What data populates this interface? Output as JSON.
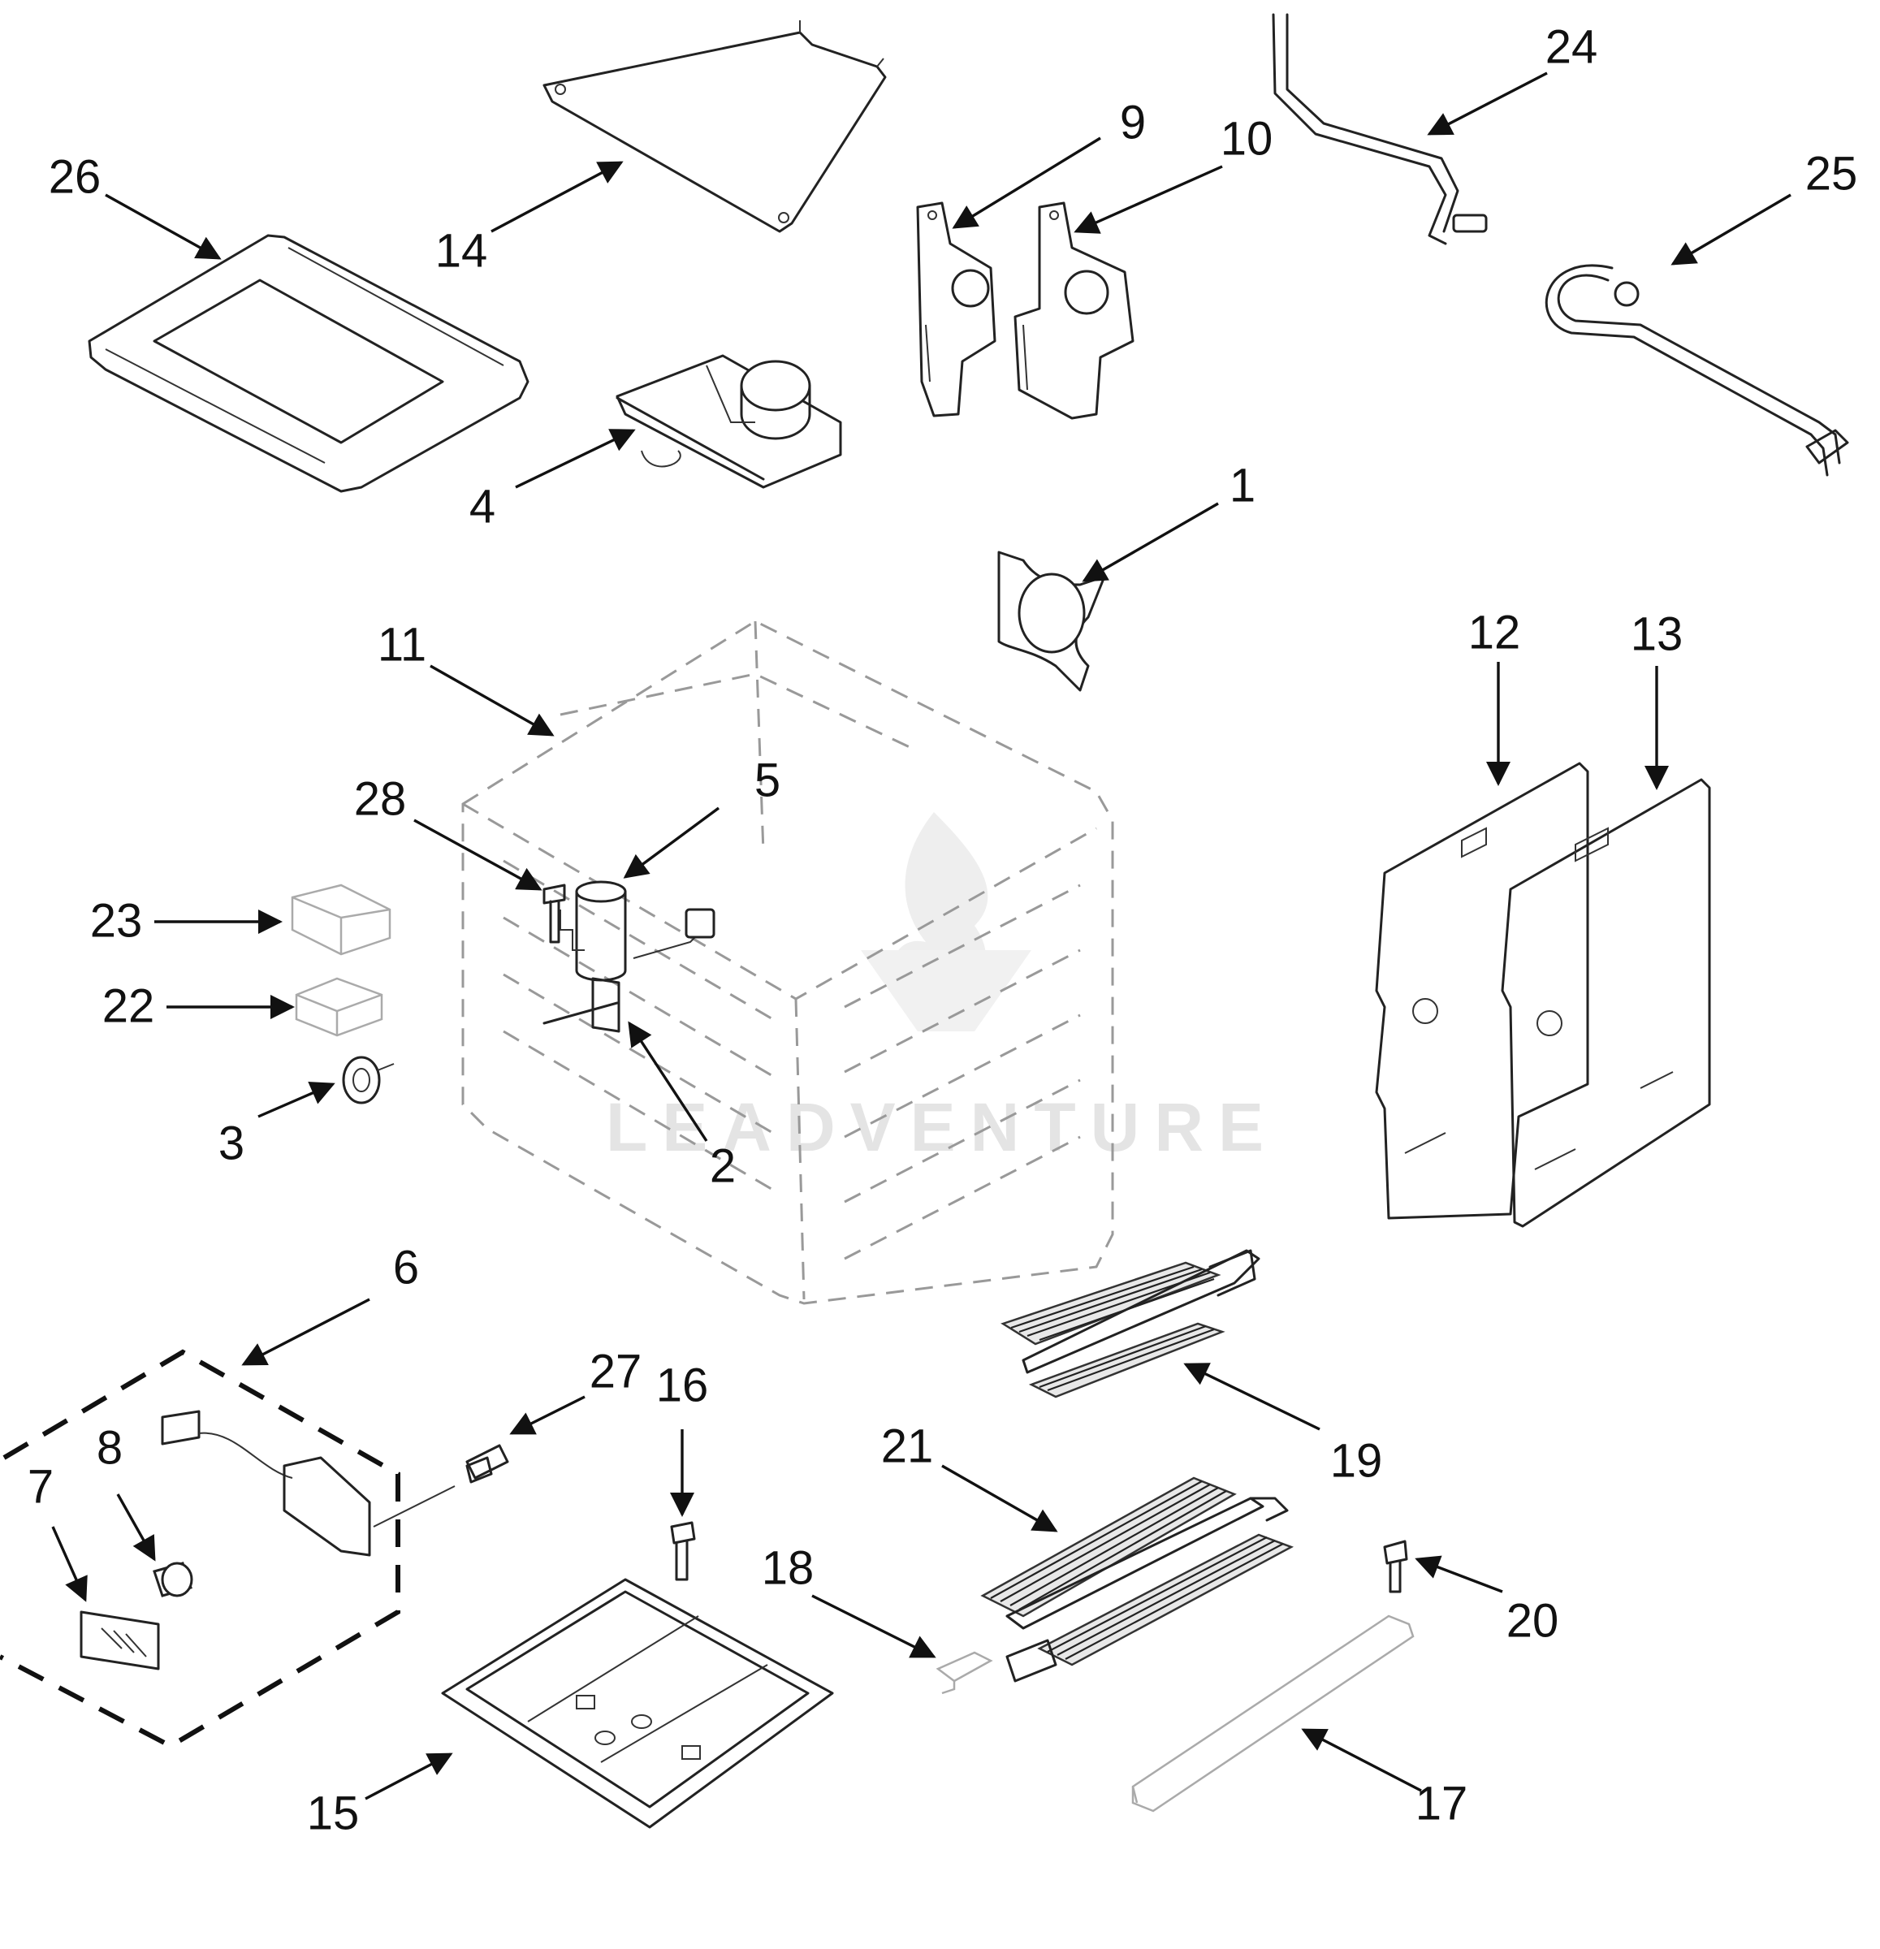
{
  "watermark": "LEADVENTURE",
  "callouts": [
    {
      "id": "1",
      "label": "1"
    },
    {
      "id": "2",
      "label": "2"
    },
    {
      "id": "3",
      "label": "3"
    },
    {
      "id": "4",
      "label": "4"
    },
    {
      "id": "5",
      "label": "5"
    },
    {
      "id": "6",
      "label": "6"
    },
    {
      "id": "7",
      "label": "7"
    },
    {
      "id": "8",
      "label": "8"
    },
    {
      "id": "9",
      "label": "9"
    },
    {
      "id": "10",
      "label": "10"
    },
    {
      "id": "11",
      "label": "11"
    },
    {
      "id": "12",
      "label": "12"
    },
    {
      "id": "13",
      "label": "13"
    },
    {
      "id": "14",
      "label": "14"
    },
    {
      "id": "15",
      "label": "15"
    },
    {
      "id": "16",
      "label": "16"
    },
    {
      "id": "17",
      "label": "17"
    },
    {
      "id": "18",
      "label": "18"
    },
    {
      "id": "19",
      "label": "19"
    },
    {
      "id": "20",
      "label": "20"
    },
    {
      "id": "21",
      "label": "21"
    },
    {
      "id": "22",
      "label": "22"
    },
    {
      "id": "23",
      "label": "23"
    },
    {
      "id": "24",
      "label": "24"
    },
    {
      "id": "25",
      "label": "25"
    },
    {
      "id": "26",
      "label": "26"
    },
    {
      "id": "27",
      "label": "27"
    },
    {
      "id": "28",
      "label": "28"
    }
  ]
}
